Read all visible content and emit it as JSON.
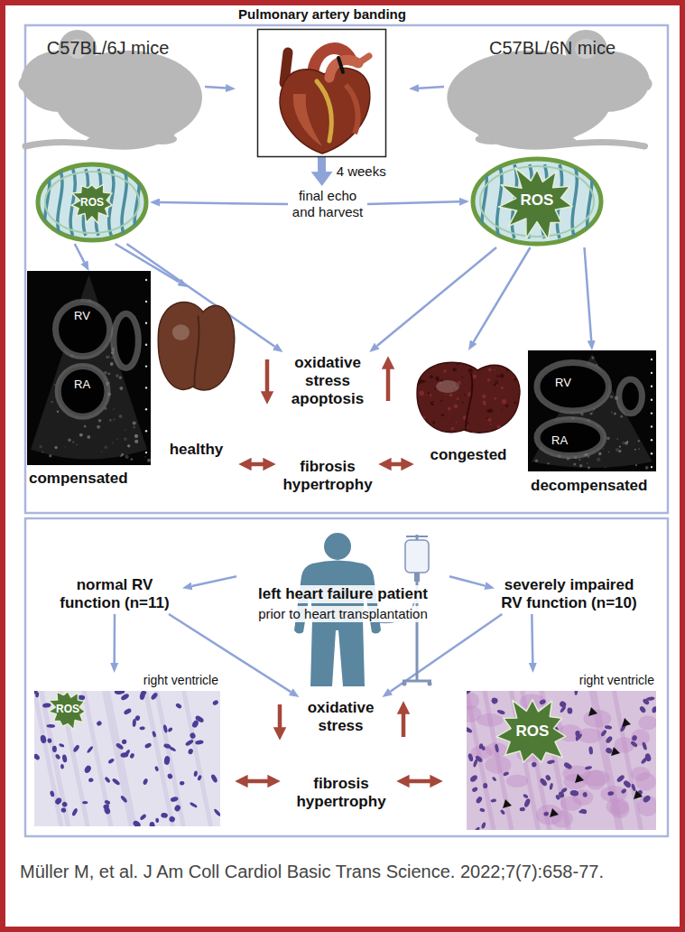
{
  "diagram": {
    "caption": "Müller M, et al. J Am Coll Cardiol Basic Trans Science. 2022;7(7):658-77.",
    "nodes": [
      {
        "text": [
          "C57BL/6J mice"
        ]
      },
      {
        "text": [
          "Pulmonary artery banding"
        ]
      },
      {
        "text": [
          "C57BL/6N mice"
        ]
      },
      {
        "text": [
          "final echo and harvest"
        ]
      },
      {
        "text": [
          "ROS"
        ]
      },
      {
        "text": [
          "ROS"
        ]
      },
      {
        "text": [
          "RV",
          "RA",
          "compensated"
        ]
      },
      {
        "text": [
          "healthy"
        ]
      },
      {
        "text": [
          "oxidative stress apoptosis"
        ]
      },
      {
        "text": [
          "fibrosis hypertrophy"
        ]
      },
      {
        "text": [
          "congested"
        ]
      },
      {
        "text": [
          "RV",
          "RA",
          "decompensated"
        ]
      },
      {
        "text": [
          "left heart failure patient",
          "prior to heart transplantation"
        ]
      },
      {
        "text": [
          "normal RV function (n=11)"
        ]
      },
      {
        "text": [
          "severely impaired RV function (n=10)"
        ]
      },
      {
        "text": [
          "right ventricle",
          "ROS"
        ]
      },
      {
        "text": [
          "oxidative stress"
        ]
      },
      {
        "text": [
          "fibrosis hypertrophy"
        ]
      },
      {
        "text": [
          "right ventricle",
          "ROS"
        ]
      }
    ],
    "edges": [
      {
        "from": 0,
        "to": 1,
        "arrow": "to"
      },
      {
        "from": 2,
        "to": 1,
        "arrow": "to"
      },
      {
        "from": 1,
        "to": 3,
        "label": "4 weeks",
        "arrow": "to"
      },
      {
        "from": 3,
        "to": 4,
        "arrow": "to"
      },
      {
        "from": 3,
        "to": 5,
        "arrow": "to"
      },
      {
        "from": 4,
        "to": 6,
        "arrow": "to"
      },
      {
        "from": 4,
        "to": 7,
        "arrow": "to"
      },
      {
        "from": 4,
        "to": 8,
        "arrow": "to"
      },
      {
        "from": 5,
        "to": 8,
        "arrow": "to"
      },
      {
        "from": 5,
        "to": 10,
        "arrow": "to"
      },
      {
        "from": 5,
        "to": 11,
        "arrow": "to"
      },
      {
        "from": 12,
        "to": 13,
        "arrow": "to"
      },
      {
        "from": 12,
        "to": 14,
        "arrow": "to"
      },
      {
        "from": 13,
        "to": 15,
        "arrow": "to"
      },
      {
        "from": 13,
        "to": 16,
        "arrow": "to"
      },
      {
        "from": 14,
        "to": 18,
        "arrow": "to"
      },
      {
        "from": 14,
        "to": 16,
        "arrow": "to"
      }
    ]
  }
}
